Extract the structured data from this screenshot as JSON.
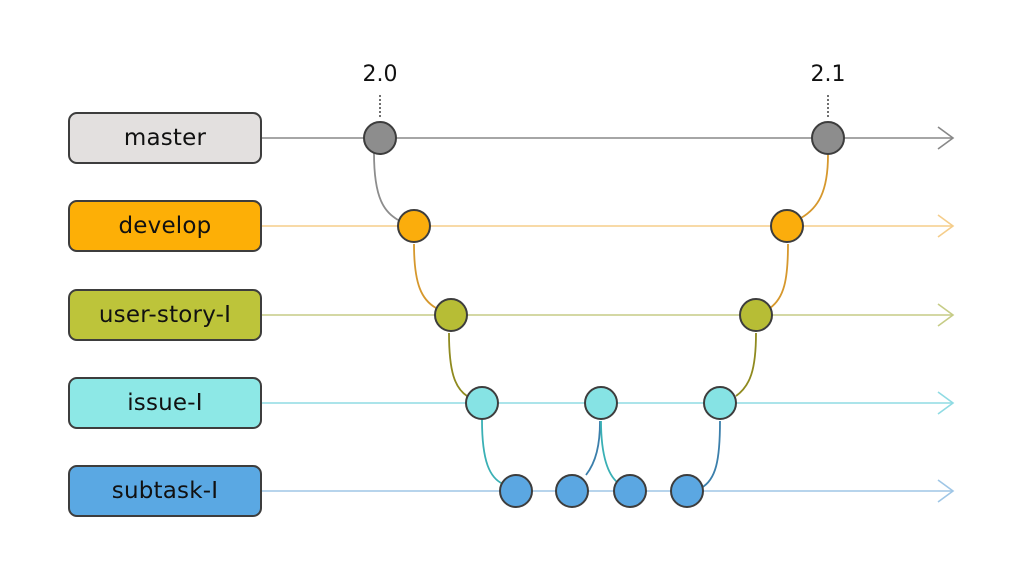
{
  "branches": [
    {
      "id": "master",
      "label": "master",
      "fill": "#e3e0df",
      "line": "#888888",
      "dot": "#8d8d8d"
    },
    {
      "id": "develop",
      "label": "develop",
      "fill": "#fdaf06",
      "line": "#f5cd8a",
      "dot": "#fbad0c"
    },
    {
      "id": "user-story",
      "label": "user-story-I",
      "fill": "#bdc43a",
      "line": "#c6cc86",
      "dot": "#b7bd35"
    },
    {
      "id": "issue",
      "label": "issue-I",
      "fill": "#8de8e6",
      "line": "#8fdbe3",
      "dot": "#86e3e4"
    },
    {
      "id": "subtask",
      "label": "subtask-I",
      "fill": "#5aa8e3",
      "line": "#9fc6e6",
      "dot": "#5ba7e2"
    }
  ],
  "tags": [
    {
      "label": "2.0"
    },
    {
      "label": "2.1"
    }
  ],
  "colors": {
    "outline": "#3d3d3d",
    "connector_master": "#8d8d8d",
    "connector_develop": "#d6982d",
    "connector_user_story": "#8f8a1f",
    "connector_issue": "#3ab0b5",
    "connector_subtask": "#3b7fab"
  }
}
